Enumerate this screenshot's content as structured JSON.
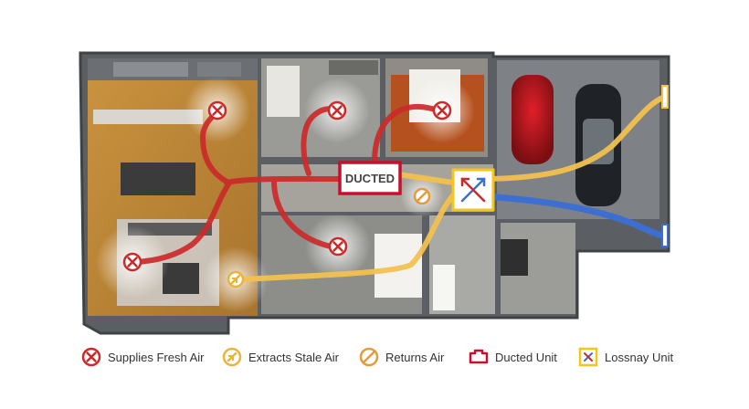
{
  "diagram": {
    "unit_label": "DUCTED",
    "colors": {
      "supply": "#cc2a2a",
      "extract": "#f2c14e",
      "return": "#e39b3c",
      "ducted": "#c8102e",
      "lossnay_border": "#f5c518",
      "exhaust_duct": "#3d6fd0"
    }
  },
  "legend": {
    "items": [
      {
        "icon": "supply-air-icon",
        "label": "Supplies Fresh Air"
      },
      {
        "icon": "extract-air-icon",
        "label": "Extracts Stale Air"
      },
      {
        "icon": "return-air-icon",
        "label": "Returns Air"
      },
      {
        "icon": "ducted-unit-icon",
        "label": "Ducted Unit"
      },
      {
        "icon": "lossnay-unit-icon",
        "label": "Lossnay Unit"
      }
    ]
  }
}
